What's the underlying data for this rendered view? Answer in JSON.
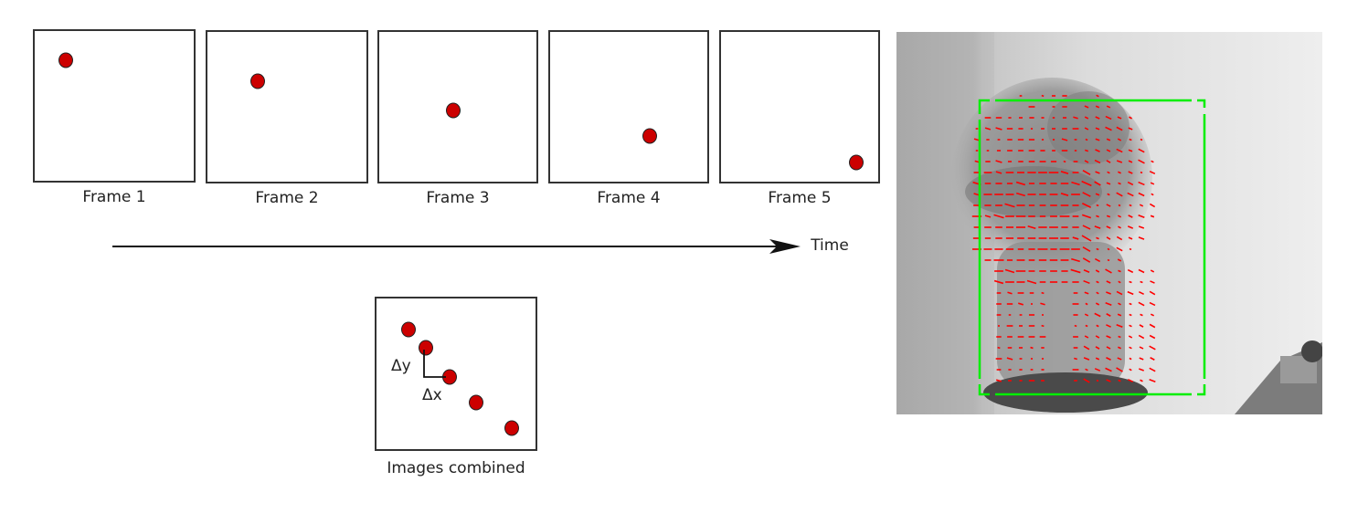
{
  "frames": [
    {
      "label": "Frame 1",
      "dot": {
        "fx": 0.19,
        "fy": 0.19
      }
    },
    {
      "label": "Frame 2",
      "dot": {
        "fx": 0.31,
        "fy": 0.32
      }
    },
    {
      "label": "Frame 3",
      "dot": {
        "fx": 0.46,
        "fy": 0.51
      }
    },
    {
      "label": "Frame 4",
      "dot": {
        "fx": 0.62,
        "fy": 0.68
      }
    },
    {
      "label": "Frame 5",
      "dot": {
        "fx": 0.84,
        "fy": 0.85
      }
    }
  ],
  "time_axis": {
    "label": "Time"
  },
  "combined": {
    "label": "Images combined",
    "delta_x": "Δx",
    "delta_y": "Δy"
  },
  "photo": {
    "description": "grayscale video frame of a hand (fist) with red optical-flow vectors",
    "bbox_color": "#00ee00",
    "flow_color": "#ff0000"
  },
  "colors": {
    "dot_fill": "#cc0000",
    "dot_stroke": "#222222",
    "frame_border": "#333333",
    "text": "#222222"
  }
}
